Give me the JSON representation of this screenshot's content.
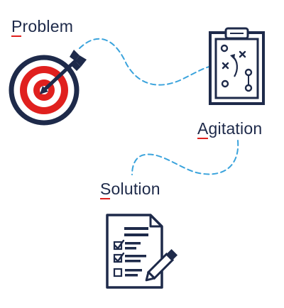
{
  "steps": {
    "problem": {
      "initial": "P",
      "rest": "roblem",
      "icon": "target-with-arrow-icon"
    },
    "agitation": {
      "initial": "A",
      "rest": "gitation",
      "icon": "clipboard-play-strategy-icon"
    },
    "solution": {
      "initial": "S",
      "rest": "olution",
      "icon": "checklist-document-with-pen-icon"
    }
  },
  "colors": {
    "navy": "#1e2a4a",
    "red": "#e0201e",
    "dashed_path": "#3aa3dc",
    "underline": "#e0201e"
  }
}
